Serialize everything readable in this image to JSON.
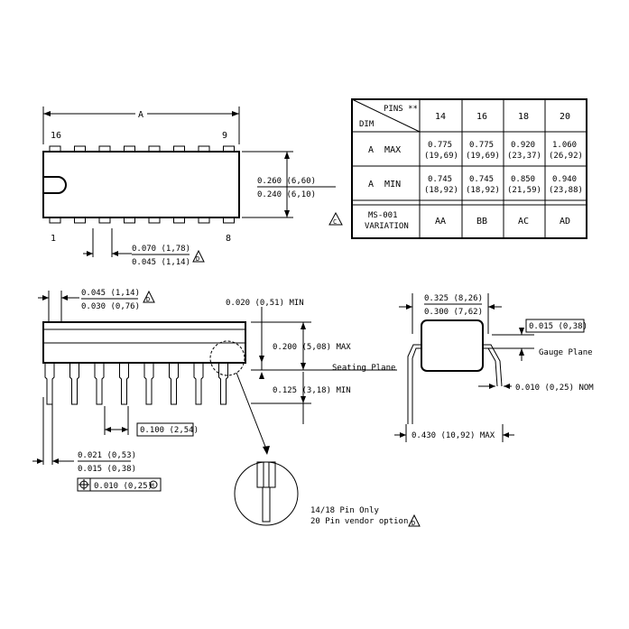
{
  "top_view": {
    "dim_a": "A",
    "pin_16": "16",
    "pin_9": "9",
    "pin_1": "1",
    "pin_8": "8",
    "width_max": "0.260 (6,60)",
    "width_min": "0.240 (6,10)",
    "pitch_max": "0.070 (1,78)",
    "pitch_min": "0.045 (1,14)",
    "note_d": "D"
  },
  "table": {
    "header_pins": "PINS **",
    "header_dim": "DIM",
    "pin_counts": [
      "14",
      "16",
      "18",
      "20"
    ],
    "rows": [
      {
        "label": "A  MAX",
        "values": [
          [
            "0.775",
            "(19,69)"
          ],
          [
            "0.775",
            "(19,69)"
          ],
          [
            "0.920",
            "(23,37)"
          ],
          [
            "1.060",
            "(26,92)"
          ]
        ]
      },
      {
        "label": "A  MIN",
        "values": [
          [
            "0.745",
            "(18,92)"
          ],
          [
            "0.745",
            "(18,92)"
          ],
          [
            "0.850",
            "(21,59)"
          ],
          [
            "0.940",
            "(23,88)"
          ]
        ]
      }
    ],
    "variation_label_1": "MS-001",
    "variation_label_2": "VARIATION",
    "variations": [
      "AA",
      "BB",
      "AC",
      "AD"
    ],
    "note_c": "C"
  },
  "side_view": {
    "shoulder_max": "0.045 (1,14)",
    "shoulder_min": "0.030 (0,76)",
    "standoff": "0.020 (0,51) MIN",
    "height_max": "0.200 (5,08) MAX",
    "seating_plane": "Seating Plane",
    "lead_length": "0.125 (3,18) MIN",
    "pitch": "0.100 (2,54)",
    "lead_w_max": "0.021 (0,53)",
    "lead_w_min": "0.015 (0,38)",
    "tolerance": "0.010 (0,25)",
    "tolerance_mod": "M",
    "detail_note_1": "14/18 Pin Only",
    "detail_note_2": "20 Pin vendor option",
    "note_d": "D"
  },
  "end_view": {
    "row_max": "0.325 (8,26)",
    "row_min": "0.300 (7,62)",
    "gauge_dim": "0.015 (0,38)",
    "gauge_plane": "Gauge Plane",
    "lead_thickness": "0.010 (0,25) NOM",
    "spread_max": "0.430 (10,92) MAX"
  }
}
